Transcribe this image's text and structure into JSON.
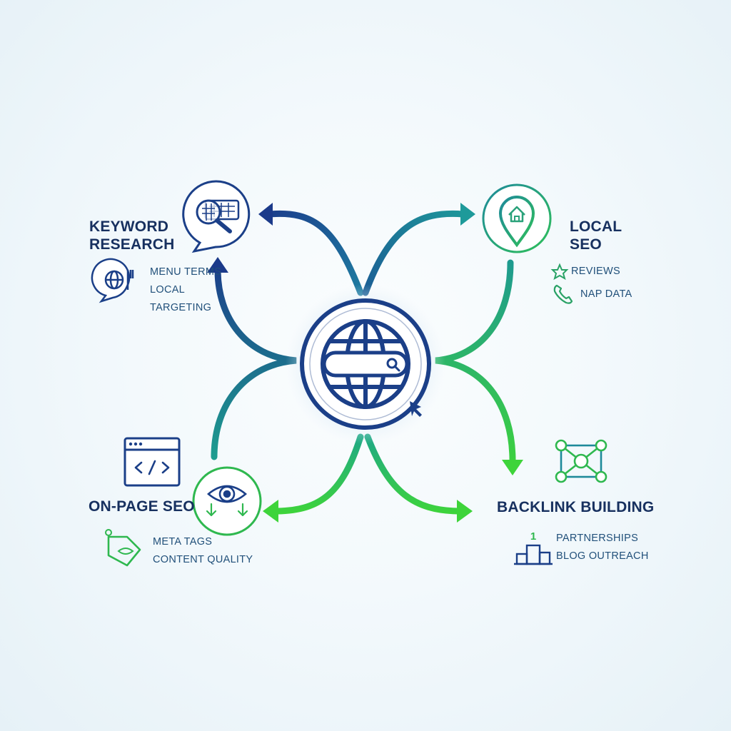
{
  "hub": {
    "icon": "globe-search-icon",
    "cursor_icon": "cursor-icon"
  },
  "keyword_research": {
    "title_lines": [
      "KEYWORD",
      "RESEARCH"
    ],
    "items": [
      "MENU TERMS",
      "LOCAL",
      "TARGETING"
    ],
    "icon": "keyboard-search-icon",
    "item_icon": "globe-utensils-icon"
  },
  "local_seo": {
    "title_lines": [
      "LOCAL",
      "SEO"
    ],
    "items": [
      "REVIEWS",
      "NAP DATA"
    ],
    "icon": "location-pin-home-icon",
    "item_icons": [
      "star-icon",
      "phone-icon"
    ]
  },
  "on_page_seo": {
    "title": "ON-PAGE SEO",
    "items": [
      "META TAGS",
      "CONTENT QUALITY"
    ],
    "icon": "eye-icon",
    "extra_icon": "code-window-icon",
    "item_icon": "tag-icon"
  },
  "backlink_building": {
    "title": "BACKLINK BUILDING",
    "items": [
      "PARTNERSHIPS",
      "BLOG OUTREACH"
    ],
    "icon": "network-nodes-icon",
    "item_icon": "podium-icon",
    "podium_text": "1"
  },
  "colors": {
    "navy": "#1b3f88",
    "teal": "#1e8a9a",
    "green": "#3bd23a",
    "text": "#1e3d7a"
  }
}
